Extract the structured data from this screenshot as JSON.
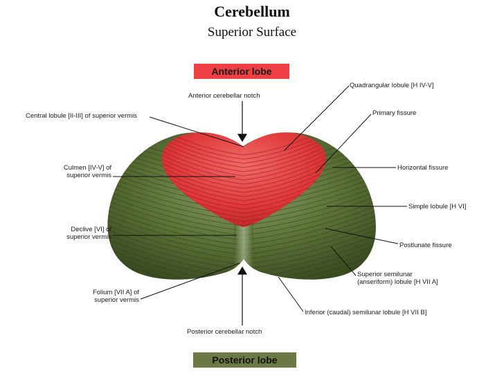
{
  "title": "Cerebellum",
  "subtitle": "Superior Surface",
  "lobes": {
    "anterior": "Anterior lobe",
    "posterior": "Posterior lobe"
  },
  "labels": {
    "anterior_notch": "Anterior cerebellar notch",
    "central_lobule": "Central lobule [II-III] of superior vermis",
    "culmen_1": "Culmen [IV-V] of",
    "culmen_2": "superior vermis",
    "declive_1": "Declive [VI] of",
    "declive_2": "superior vermis",
    "folium_1": "Folium [VII A] of",
    "folium_2": "superior vermis",
    "posterior_notch": "Posterior cerebellar notch",
    "quadrangular": "Quadrangular lobule [H IV-V]",
    "primary_fissure": "Primary fissure",
    "horizontal_fissure": "Horizontal fissure",
    "simple_lobule": "Simple lobule [H VI]",
    "postlunate": "Postlunate fissure",
    "superior_semilunar_1": "Superior semilunar",
    "superior_semilunar_2": "(anseriform) lobule [H VII A]",
    "inferior_semilunar": "Inferior (caudal) semilunar lobule [H VII B]"
  },
  "colors": {
    "anterior_red": "#e8343a",
    "posterior_green": "#5a6e38",
    "leader_line": "#111111"
  }
}
